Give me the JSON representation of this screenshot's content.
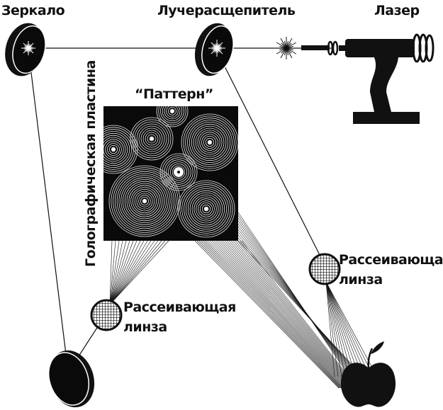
{
  "labels": {
    "mirror": "Зеркало",
    "beam_splitter": "Лучерасщепитель",
    "laser": "Лазер",
    "pattern": "“Паттерн”",
    "holographic_plate": "Голографическая пластина",
    "diffuser_lens_right_line1": "Рассеивающая",
    "diffuser_lens_right_line2": "линза",
    "diffuser_lens_left_line1": "Рассеивающая",
    "diffuser_lens_left_line2": "линза"
  },
  "colors": {
    "ink": "#111111",
    "background": "#ffffff",
    "plate": "#0a0a0a",
    "rings": "#e8e8e8"
  }
}
